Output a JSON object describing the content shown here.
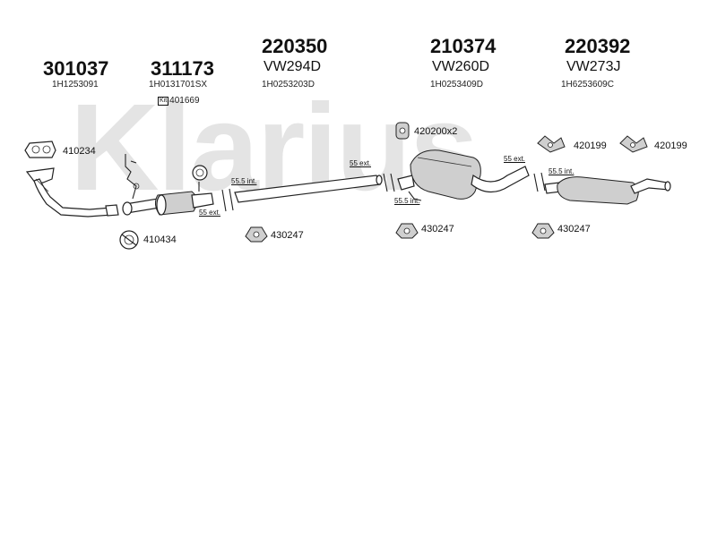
{
  "watermark": "Klarius",
  "parts": [
    {
      "number": "301037",
      "code": "1H1253091"
    },
    {
      "number": "311173",
      "code": "1H0131701SX"
    },
    {
      "number": "220350",
      "oe": "VW294D",
      "code": "1H0253203D"
    },
    {
      "number": "210374",
      "oe": "VW260D",
      "code": "1H0253409D"
    },
    {
      "number": "220392",
      "oe": "VW273J",
      "code": "1H6253609C"
    }
  ],
  "kit": {
    "label": "Kit",
    "code": "401669"
  },
  "refs": {
    "gasket_front": "410234",
    "clamp_ring": "410434",
    "mount_1": "430247",
    "mount_2": "430247",
    "mount_3": "430247",
    "hanger_set": "420200x2",
    "hanger_a": "420199",
    "hanger_b": "420199"
  },
  "dimensions": {
    "d1": "55.5 int.",
    "d2": "55 ext.",
    "d3": "55 ext.",
    "d4": "55.5 int.",
    "d5": "55 ext.",
    "d6": "55.5 int."
  }
}
